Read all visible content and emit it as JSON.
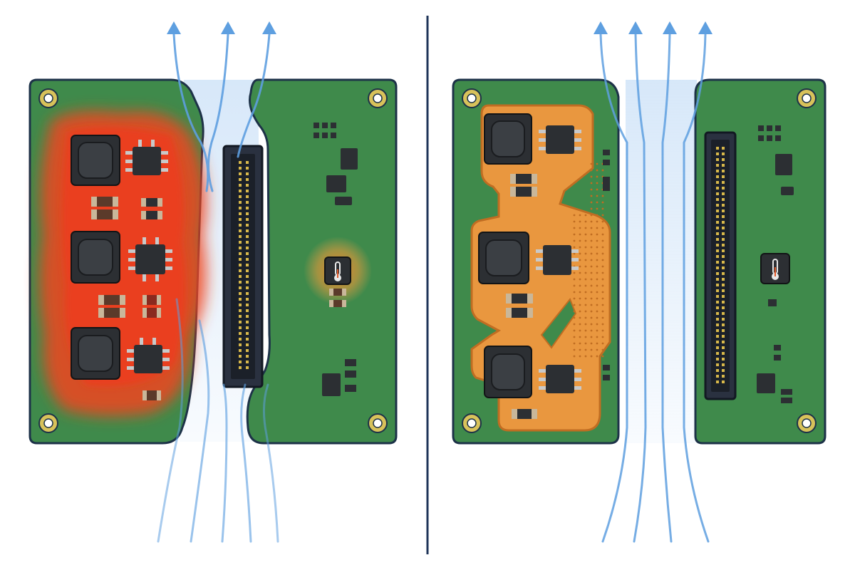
{
  "colors": {
    "background": "#ffffff",
    "pcb": "#3f8a4b",
    "pcb_edge": "#1d3248",
    "hotspot": "#f0441c",
    "hotspot_glow": "#f7a24a",
    "copper_pour": "#e9973f",
    "copper_edge": "#c06d22",
    "airflow": "#5e9fe0",
    "divider": "#1e3358",
    "component": "#2c2f33",
    "passive_end": "#c9b79a",
    "mounting_hole": "#d8c25a"
  },
  "icons": {
    "airflow": "arrow-up-icon",
    "sensor": "thermometer-icon",
    "hole": "mounting-hole-icon"
  },
  "panels": [
    {
      "id": "left",
      "thermal_state": "hotspot",
      "airflow_arrows": 3,
      "power_stages": 3
    },
    {
      "id": "right",
      "thermal_state": "copper-pour-spread",
      "airflow_arrows": 4,
      "power_stages": 3
    }
  ]
}
